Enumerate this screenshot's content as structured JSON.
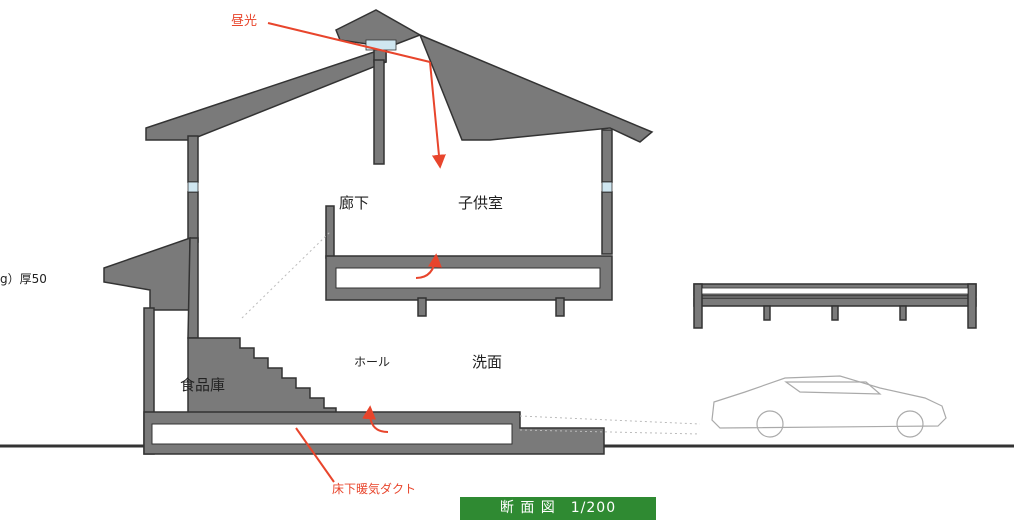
{
  "labels": {
    "daylight": "昼光",
    "corridor": "廊下",
    "kids_room": "子供室",
    "hall": "ホール",
    "washroom": "洗面",
    "pantry": "食品庫",
    "insulation": "g）厚50",
    "floor_duct": "床下暖気ダクト"
  },
  "title": {
    "text": "断 面 図　1/200",
    "bg_color": "#2f8a32"
  },
  "colors": {
    "wall": "#7a7a7a",
    "annotation": "#e8452c",
    "ground": "#333333"
  }
}
